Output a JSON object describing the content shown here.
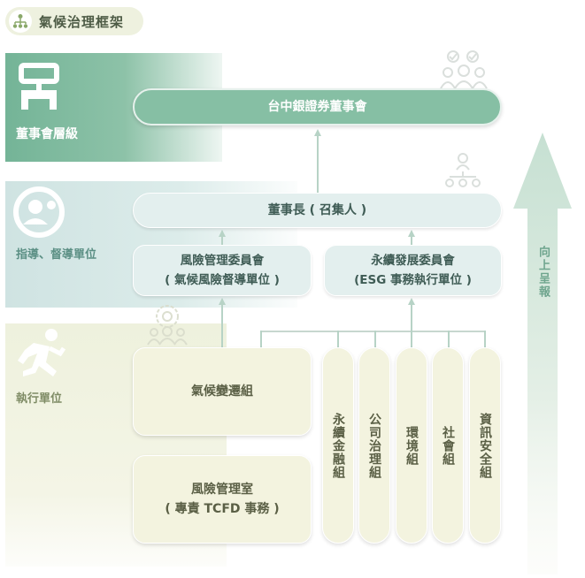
{
  "title": "氣候治理框架",
  "levels": {
    "board": "董事會層級",
    "guidance": "指導、督導單位",
    "execution": "執行單位"
  },
  "nodes": {
    "board": "台中銀證券董事會",
    "chair": "董事長 ( 召集人 )",
    "risk_committee_line1": "風險管理委員會",
    "risk_committee_line2": "( 氣候風險督導單位 )",
    "esg_committee_line1": "永續發展委員會",
    "esg_committee_line2": "(ESG 事務執行單位 )",
    "climate_group": "氣候變遷組",
    "risk_room_line1": "風險管理室",
    "risk_room_line2": "( 專責 TCFD 事務 )"
  },
  "groups": [
    "永續金融組",
    "公司治理組",
    "環境組",
    "社會組",
    "資訊安全組"
  ],
  "report_up": "向上呈報",
  "colors": {
    "board_green": "#86bfa4",
    "guide_blue": "#e3efee",
    "exec_cream": "#f3f3df",
    "connector": "#b7d3c6"
  },
  "icons": [
    "tree-network-icon",
    "org-chart-icon",
    "guidance-face-icon",
    "running-person-icon",
    "board-people-icon",
    "hierarchy-icon",
    "team-gear-icon",
    "up-arrow-icon"
  ]
}
